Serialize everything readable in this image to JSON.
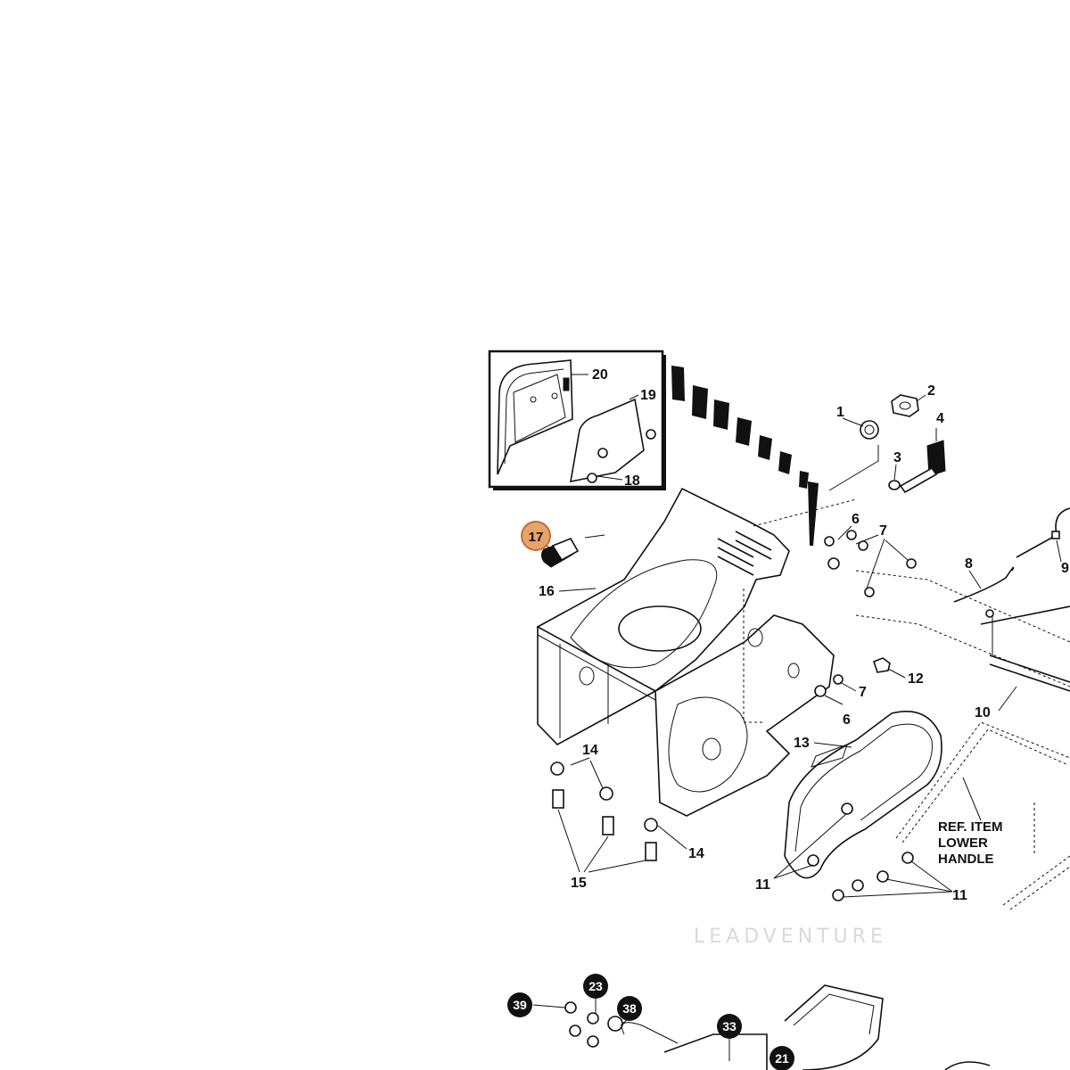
{
  "callouts": {
    "c1": "1",
    "c2": "2",
    "c3": "3",
    "c4": "4",
    "c6a": "6",
    "c6b": "6",
    "c7a": "7",
    "c7b": "7",
    "c8": "8",
    "c9": "9",
    "c10": "10",
    "c11a": "11",
    "c11b": "11",
    "c12": "12",
    "c13": "13",
    "c14a": "14",
    "c14b": "14",
    "c15": "15",
    "c16": "16",
    "c18": "18",
    "c19": "19",
    "c20": "20"
  },
  "highlighted_callout": {
    "label": "17",
    "color": "#e8a36a"
  },
  "dark_callouts": {
    "d39": "39",
    "d23": "23",
    "d38": "38",
    "d33": "33",
    "d21": "21"
  },
  "ref_note": {
    "line1": "REF. ITEM",
    "line2": "LOWER",
    "line3": "HANDLE"
  },
  "watermark": "LEADVENTURE"
}
